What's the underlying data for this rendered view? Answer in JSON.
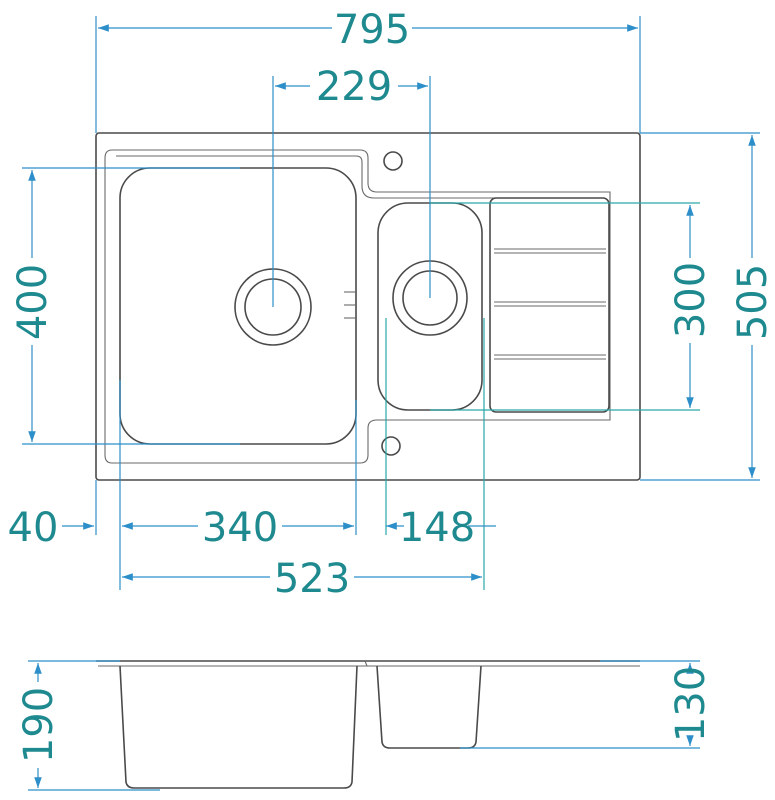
{
  "dimensions": {
    "overall_width": "795",
    "bowl_centre_spacing": "229",
    "overall_depth": "505",
    "large_bowl_depth": "400",
    "small_bowl_depth": "300",
    "edge_offset": "40",
    "large_bowl_width": "340",
    "small_bowl_width": "148",
    "bowls_total_width": "523",
    "large_bowl_height": "190",
    "small_bowl_height": "130"
  },
  "colors": {
    "dimension_line": "#2d8fc9",
    "dimension_text": "#1e8a8f",
    "outline": "#4a4a4a"
  }
}
